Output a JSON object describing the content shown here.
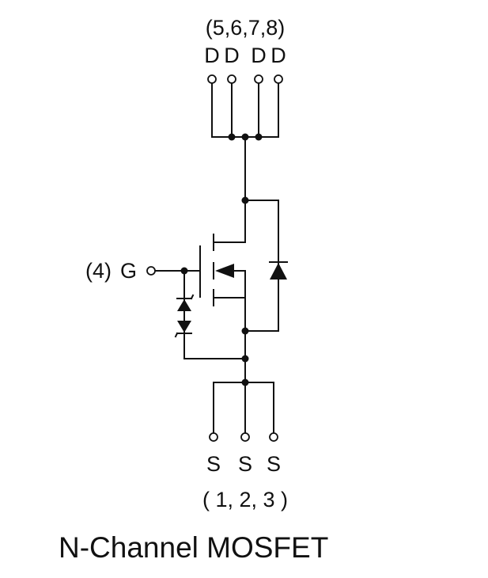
{
  "drain": {
    "pins": "(5,6,7,8)",
    "labels": [
      "D",
      "D",
      "D",
      "D"
    ]
  },
  "gate": {
    "pin": "(4)",
    "label": "G"
  },
  "source": {
    "labels": [
      "S",
      "S",
      "S"
    ],
    "pins": "( 1, 2, 3 )"
  },
  "caption": "N-Channel MOSFET",
  "colors": {
    "line": "#111111",
    "background": "#ffffff"
  }
}
